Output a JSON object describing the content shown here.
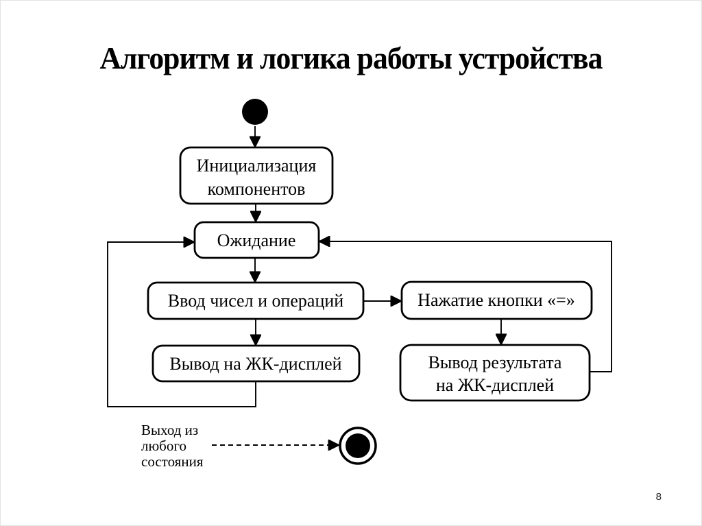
{
  "slide": {
    "title": "Алгоритм и логика работы устройства",
    "page_number": "8"
  },
  "diagram": {
    "type": "uml-activity-diagram",
    "nodes": {
      "init": {
        "line1": "Инициализация",
        "line2": "компонентов"
      },
      "wait": {
        "label": "Ожидание"
      },
      "input": {
        "label": "Ввод чисел и операций"
      },
      "equals": {
        "label": "Нажатие кнопки «=»"
      },
      "display": {
        "label": "Вывод на ЖК-дисплей"
      },
      "result": {
        "line1": "Вывод результата",
        "line2": "на ЖК-дисплей"
      }
    },
    "edges": [
      {
        "from": "initial-state",
        "to": "init",
        "style": "solid"
      },
      {
        "from": "init",
        "to": "wait",
        "style": "solid"
      },
      {
        "from": "wait",
        "to": "input",
        "style": "solid"
      },
      {
        "from": "input",
        "to": "equals",
        "style": "solid"
      },
      {
        "from": "input",
        "to": "display",
        "style": "solid"
      },
      {
        "from": "equals",
        "to": "result",
        "style": "solid"
      },
      {
        "from": "display",
        "to": "wait",
        "style": "solid-loop-left"
      },
      {
        "from": "result",
        "to": "wait",
        "style": "solid-loop-right"
      },
      {
        "from": "exit-note",
        "to": "final-state",
        "style": "dashed"
      }
    ],
    "exit_note": {
      "line1": "Выход из",
      "line2": "любого",
      "line3": "состояния"
    },
    "colors": {
      "ink": "#000000",
      "box_fill": "#ffffff",
      "background": "#ffffff"
    }
  }
}
